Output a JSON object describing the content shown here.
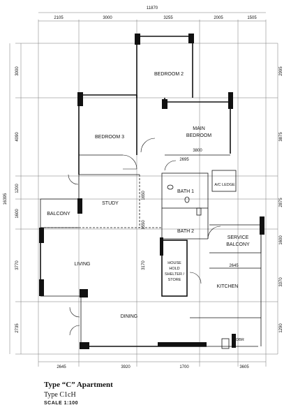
{
  "plan": {
    "overall_width": "11870",
    "overall_height": "16395",
    "top_dims": [
      "2105",
      "3000",
      "3255",
      "2005",
      "1505"
    ],
    "bottom_dims": [
      "2645",
      "3920",
      "1700",
      "3605"
    ],
    "left_dims": [
      "3000",
      "4090",
      "1200",
      "1600",
      "3770",
      "2735"
    ],
    "right_dims": [
      "2995",
      "3875",
      "2875",
      "1600",
      "3370",
      "1290"
    ],
    "inner_dims": {
      "d3800": "3800",
      "d2695": "2695",
      "d1650": "1650",
      "d1550": "1550",
      "d3170": "3170",
      "d2645": "2645"
    },
    "rooms": {
      "bedroom2": "BEDROOM 2",
      "bedroom3": "BEDROOM 3",
      "main_bedroom_1": "MAIN",
      "main_bedroom_2": "BEDROOM",
      "study": "STUDY",
      "balcony": "BALCONY",
      "bath1": "BATH 1",
      "bath2": "BATH 2",
      "aircon_ledge": "A/C LEDGE",
      "service_1": "SERVICE",
      "service_2": "BALCONY",
      "living": "LIVING",
      "household_1": "HOUSE",
      "household_2": "HOLD",
      "household_3": "SHELTER /",
      "household_4": "STORE",
      "kitchen": "KITCHEN",
      "dining": "DINING",
      "dbr": "DBR"
    }
  },
  "caption": {
    "title": "Type “C” Apartment",
    "type": "Type C1cH",
    "scale": "SCALE  1:100"
  }
}
